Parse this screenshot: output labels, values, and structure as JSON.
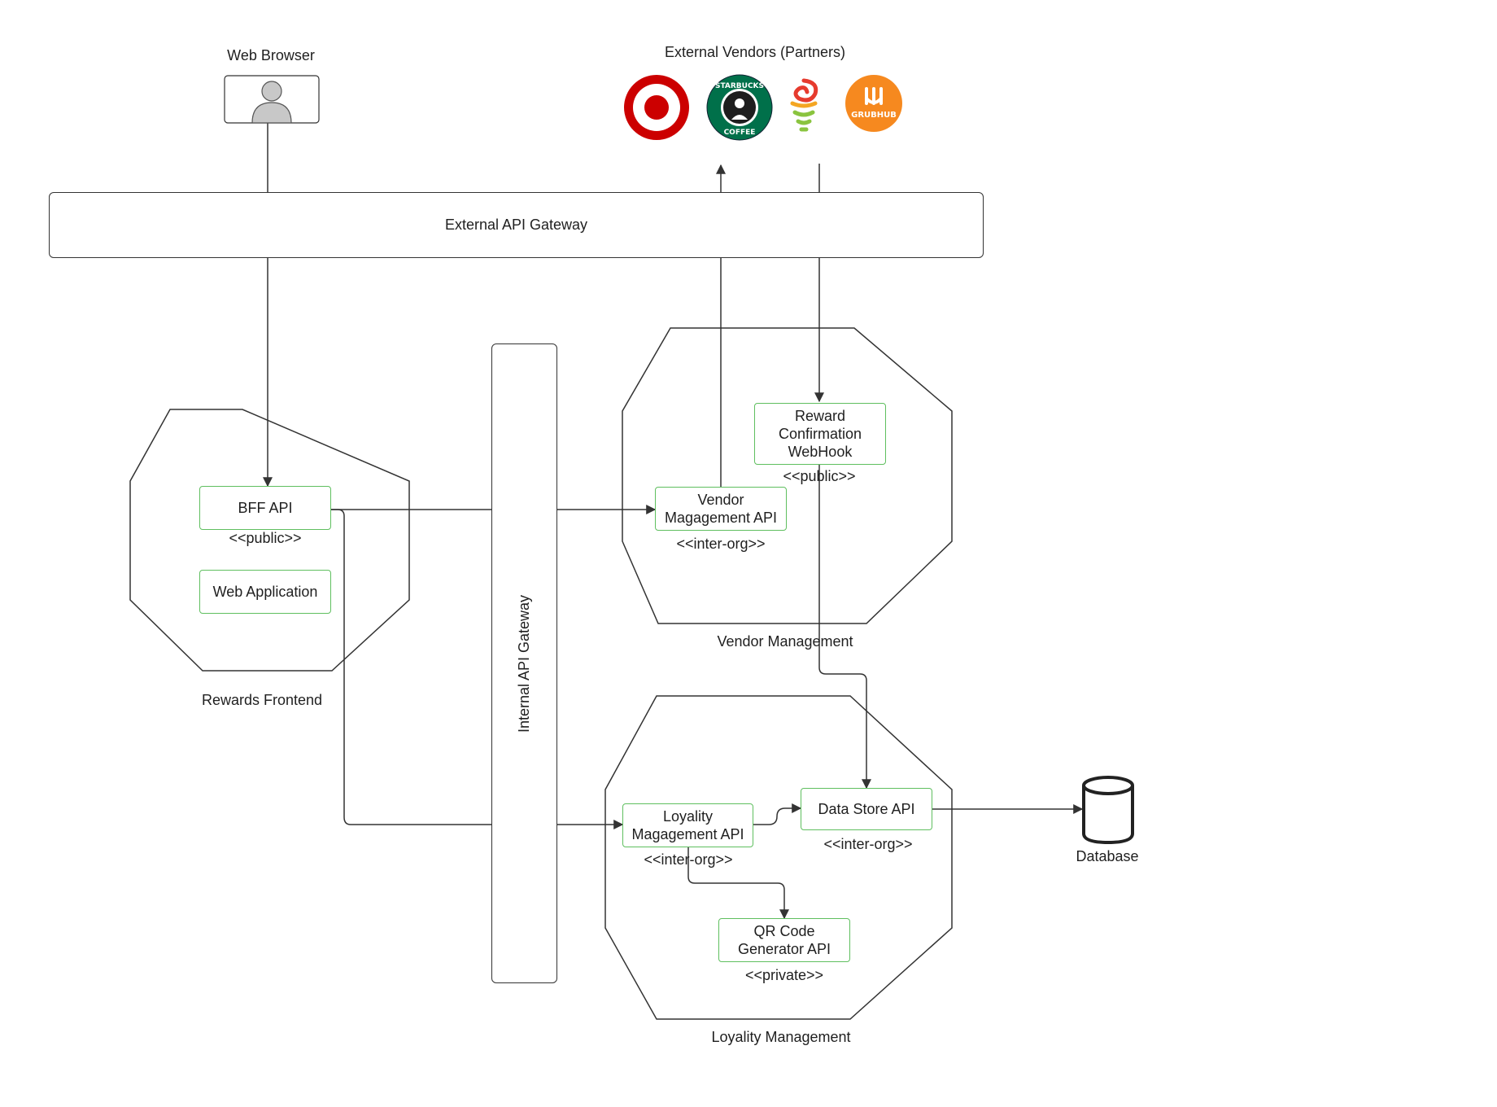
{
  "browser": {
    "title": "Web Browser"
  },
  "vendors": {
    "title": "External Vendors (Partners)",
    "logos": [
      {
        "icon": "target-logo-icon",
        "color": "#cc0000"
      },
      {
        "icon": "starbucks-logo-icon",
        "color": "#00704a",
        "text": "STARBUCKS COFFEE"
      },
      {
        "icon": "jamba-logo-icon",
        "color": "#e63b2e"
      },
      {
        "icon": "grubhub-logo-icon",
        "color": "#f6891f",
        "text": "GRUBHUB"
      }
    ]
  },
  "external_gateway": {
    "label": "External API Gateway"
  },
  "internal_gateway": {
    "label": "Internal API Gateway"
  },
  "rewards_frontend": {
    "title": "Rewards Frontend",
    "bff": {
      "label": "BFF API",
      "tag": "<<public>>"
    },
    "webapp": {
      "label": "Web Application"
    }
  },
  "vendor_management": {
    "title": "Vendor Management",
    "webhook": {
      "line1": "Reward",
      "line2": "Confirmation",
      "line3": "WebHook",
      "tag": "<<public>>"
    },
    "vendor_api": {
      "line1": "Vendor",
      "line2": "Magagement API",
      "tag": "<<inter-org>>"
    }
  },
  "loyalty_management": {
    "title": "Loyality Management",
    "loyalty_api": {
      "line1": "Loyality",
      "line2": "Magagement API",
      "tag": "<<inter-org>>"
    },
    "datastore_api": {
      "label": "Data Store API",
      "tag": "<<inter-org>>"
    },
    "qr_api": {
      "line1": "QR Code",
      "line2": "Generator API",
      "tag": "<<private>>"
    }
  },
  "database": {
    "label": "Database"
  },
  "colors": {
    "line": "#333333",
    "service_border": "#5fbf5f"
  }
}
